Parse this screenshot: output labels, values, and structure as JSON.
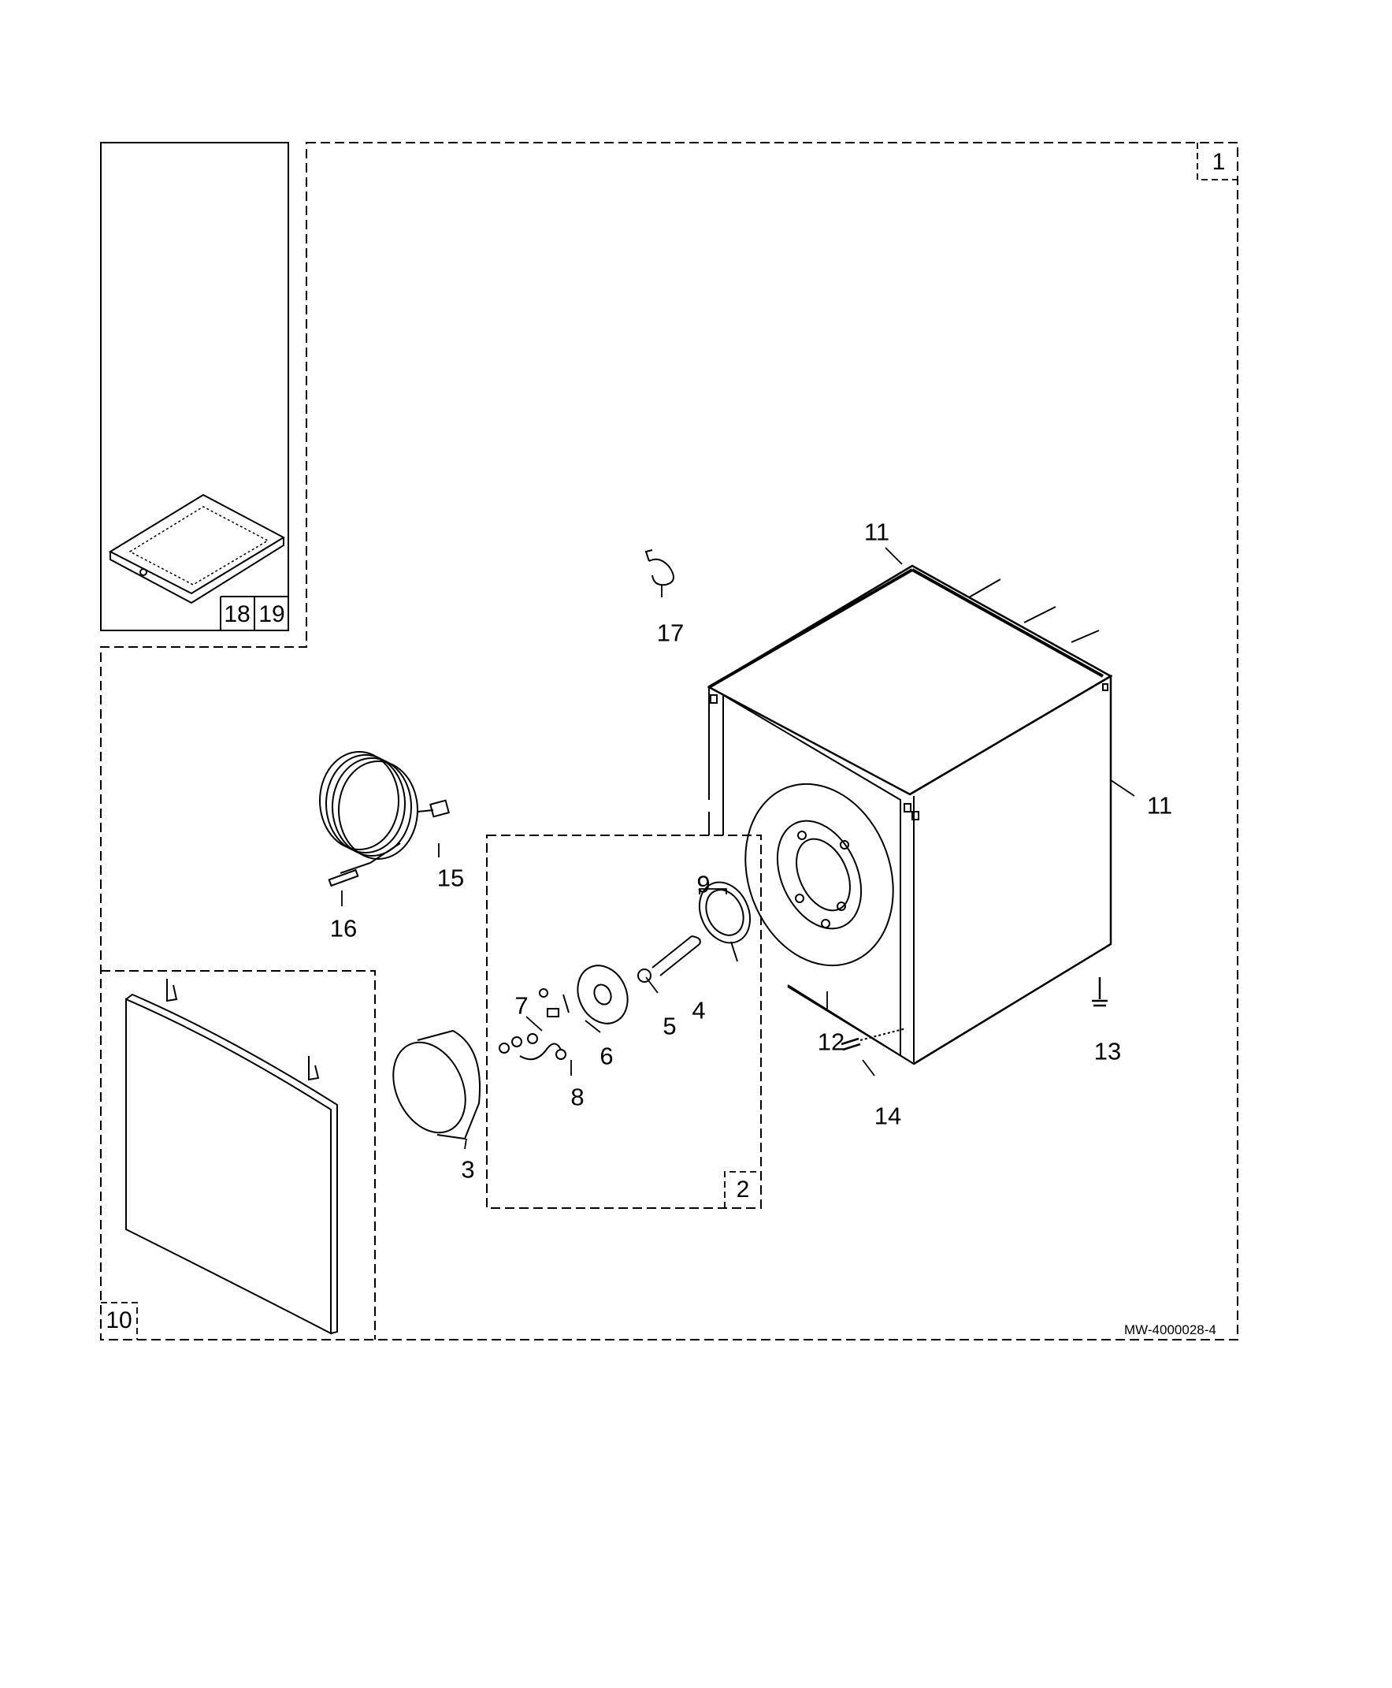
{
  "drawing_ref": "MW-4000028-4",
  "callouts": {
    "c1": "1",
    "c2": "2",
    "c3": "3",
    "c4": "4",
    "c5": "5",
    "c6": "6",
    "c7": "7",
    "c8": "8",
    "c9": "9",
    "c10": "10",
    "c11a": "11",
    "c11b": "11",
    "c12": "12",
    "c13": "13",
    "c14": "14",
    "c15": "15",
    "c16": "16",
    "c17": "17",
    "c18": "18",
    "c19": "19"
  }
}
